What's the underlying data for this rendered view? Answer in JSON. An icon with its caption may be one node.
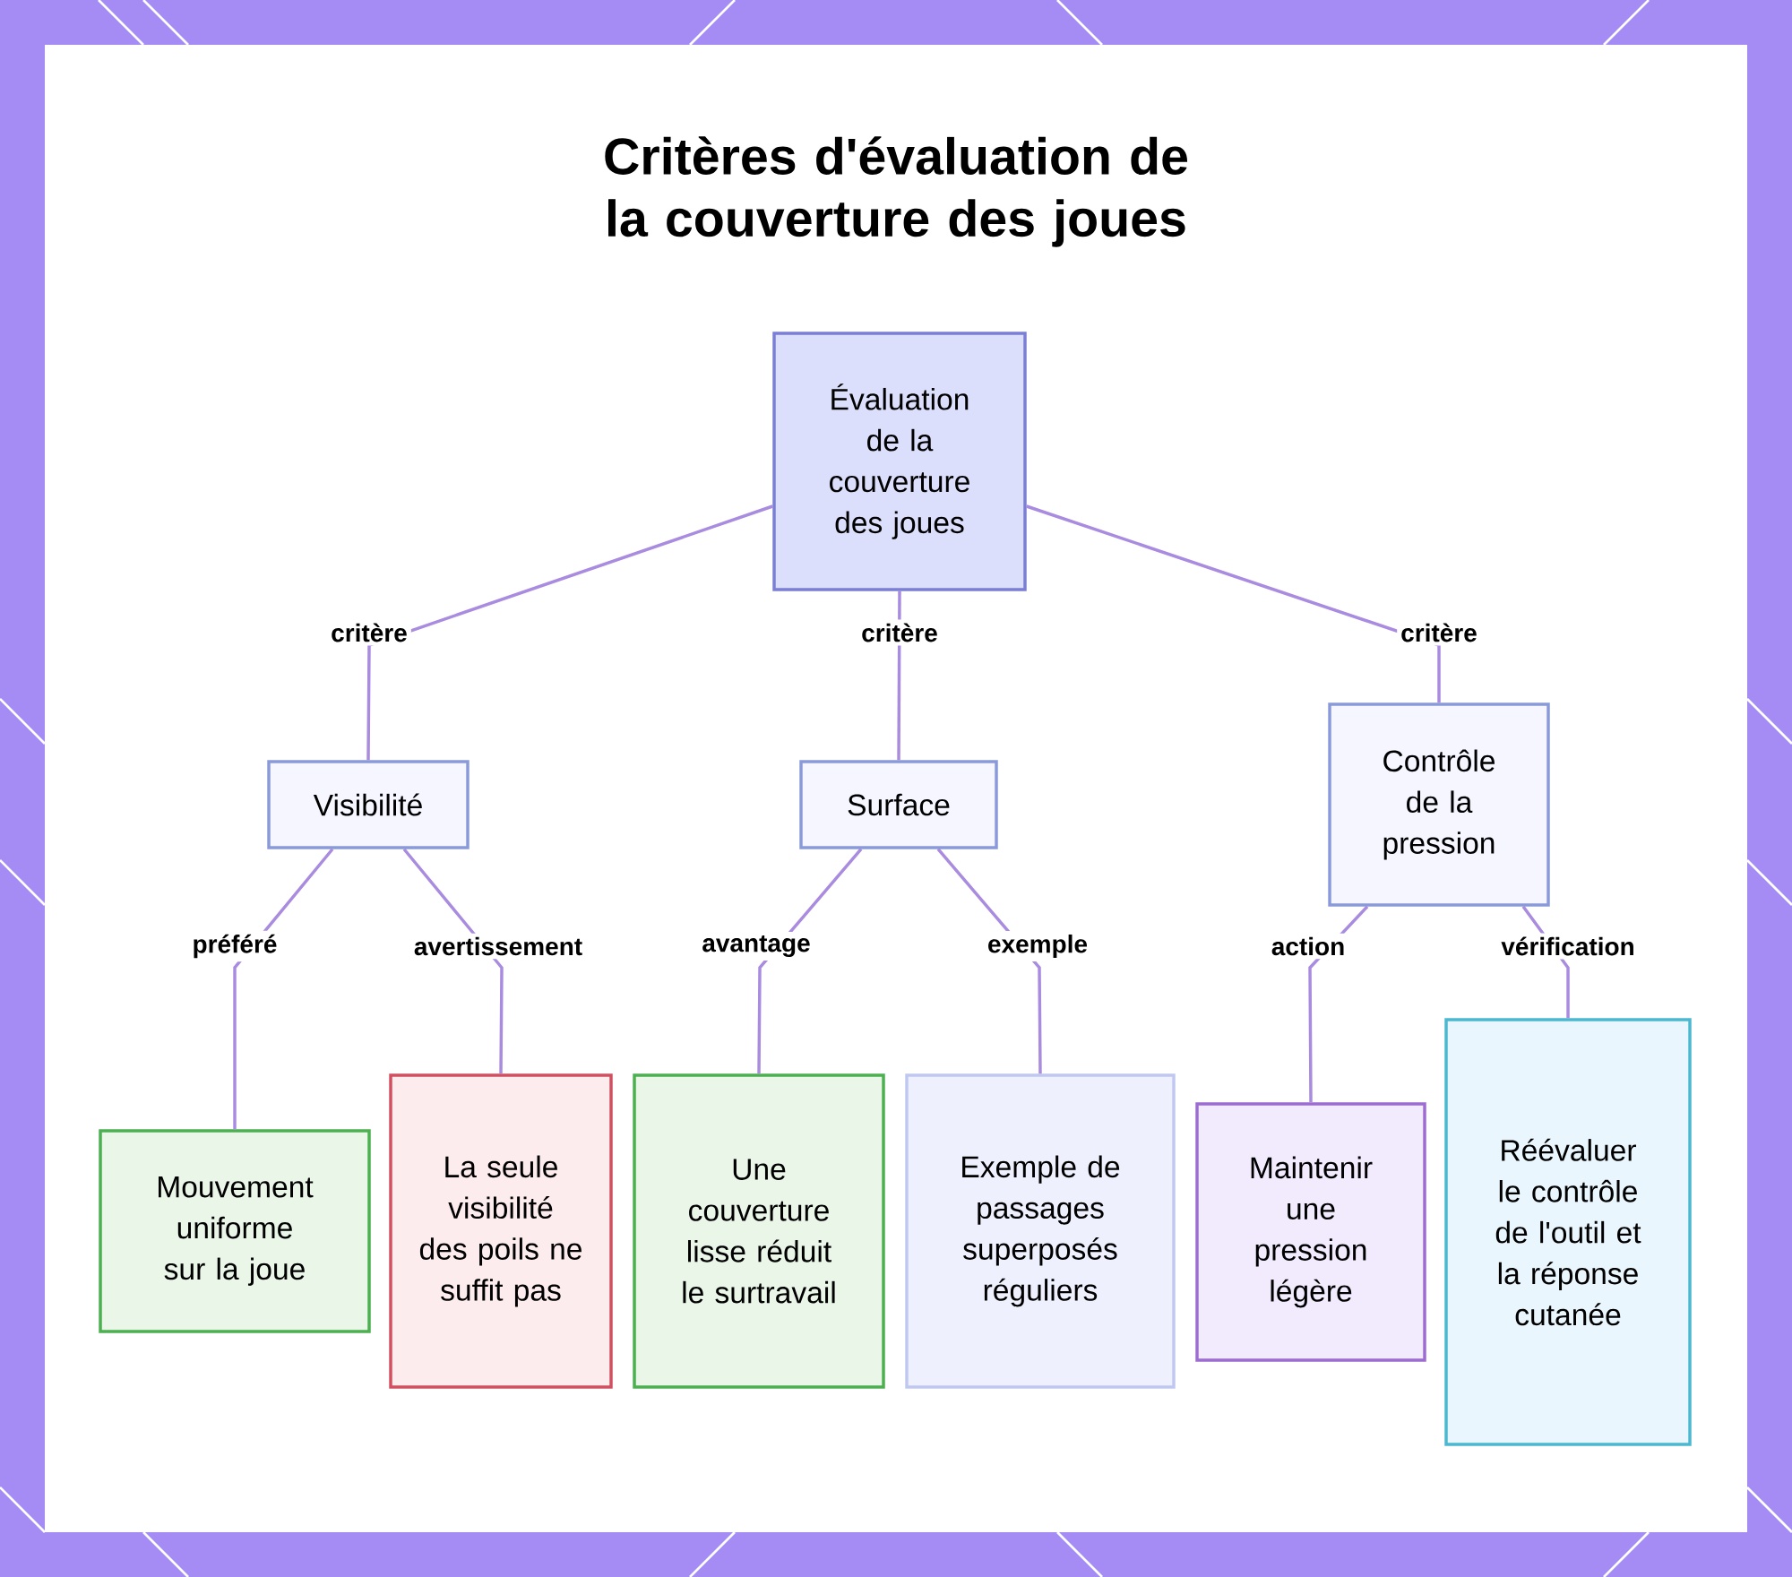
{
  "diagram": {
    "title": "Critères d'évaluation de la couverture des joues",
    "nodes": [
      {
        "text": [
          "Évaluation de la couverture des joues"
        ]
      },
      {
        "text": [
          "Visibilité"
        ]
      },
      {
        "text": [
          "Surface"
        ]
      },
      {
        "text": [
          "Contrôle de la pression"
        ]
      },
      {
        "text": [
          "Mouvement uniforme sur la joue"
        ]
      },
      {
        "text": [
          "La seule visibilité des poils ne suffit pas"
        ]
      },
      {
        "text": [
          "Une couverture lisse réduit le surtravail"
        ]
      },
      {
        "text": [
          "Exemple de passages superposés réguliers"
        ]
      },
      {
        "text": [
          "Maintenir une pression légère"
        ]
      },
      {
        "text": [
          "Réévaluer le contrôle de l'outil et la réponse cutanée"
        ]
      }
    ],
    "edges": [
      {
        "from": 0,
        "to": 1,
        "arrow": "none",
        "label": "critère"
      },
      {
        "from": 0,
        "to": 2,
        "arrow": "none",
        "label": "critère"
      },
      {
        "from": 0,
        "to": 3,
        "arrow": "none",
        "label": "critère"
      },
      {
        "from": 1,
        "to": 4,
        "arrow": "none",
        "label": "préféré"
      },
      {
        "from": 1,
        "to": 5,
        "arrow": "none",
        "label": "avertissement"
      },
      {
        "from": 2,
        "to": 6,
        "arrow": "none",
        "label": "avantage"
      },
      {
        "from": 2,
        "to": 7,
        "arrow": "none",
        "label": "exemple"
      },
      {
        "from": 3,
        "to": 8,
        "arrow": "none",
        "label": "action"
      },
      {
        "from": 3,
        "to": 9,
        "arrow": "none",
        "label": "vérification"
      }
    ]
  }
}
